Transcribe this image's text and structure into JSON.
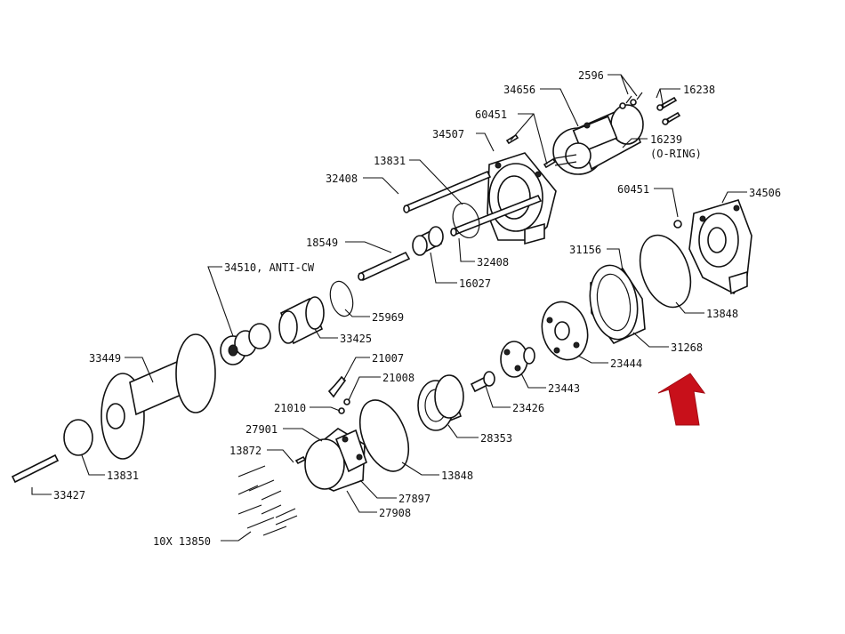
{
  "labels": {
    "l2596": "2596",
    "l34656": "34656",
    "l16238": "16238",
    "l60451a": "60451",
    "l34507": "34507",
    "l16239": "16239",
    "l16239b": "(O-RING)",
    "l13831a": "13831",
    "l32408a": "32408",
    "l60451b": "60451",
    "l34506": "34506",
    "l18549": "18549",
    "l32408b": "32408",
    "l31156": "31156",
    "l34510": "34510, ANTI-CW",
    "l16027": "16027",
    "l25969": "25969",
    "l13848a": "13848",
    "l33425": "33425",
    "l31268": "31268",
    "l33449": "33449",
    "l21007": "21007",
    "l23444": "23444",
    "l21008": "21008",
    "l23443": "23443",
    "l21010": "21010",
    "l23426": "23426",
    "l27901": "27901",
    "l28353": "28353",
    "l13872": "13872",
    "l13831b": "13831",
    "l13848b": "13848",
    "l27897": "27897",
    "l33427": "33427",
    "l27908": "27908",
    "l13850": "10X 13850"
  },
  "colors": {
    "line": "#111111",
    "arrow": "#c8101a",
    "background": "#ffffff"
  }
}
